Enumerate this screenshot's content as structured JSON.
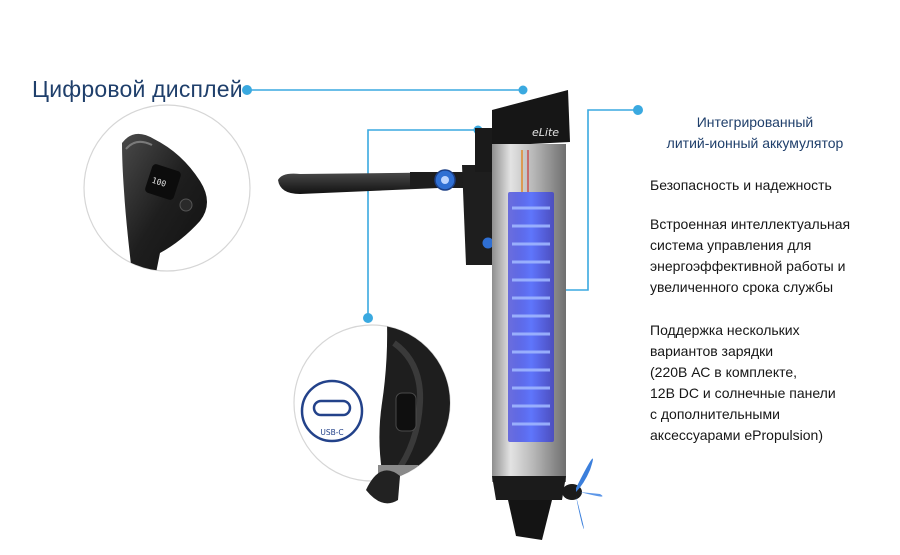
{
  "labels": {
    "digital_display": "Цифровой дисплей",
    "battery_title_line1": "Интегрированный",
    "battery_title_line2": "литий-ионный аккумулятор"
  },
  "features": [
    {
      "lines": [
        "Безопасность и надежность"
      ]
    },
    {
      "lines": [
        "Встроенная интеллектуальная",
        "система управления для",
        "энергоэффективной работы и",
        "увеличенного срока службы"
      ]
    },
    {
      "lines": [
        "Поддержка нескольких",
        "вариантов зарядки",
        "(220В АС в комплекте,",
        "12В DC и солнечные панели",
        "с дополнительными",
        "аксессуарами ePropulsion)"
      ]
    }
  ],
  "product": {
    "brand_mark": "eLite",
    "display_reading": "100",
    "usb_port_label": "USB-C"
  },
  "icons": [
    "usb-c-port-icon",
    "digital-display-closeup",
    "propeller"
  ],
  "colors": {
    "accent_blue": "#3aa9e0",
    "title_navy": "#1f3f6b",
    "battery_glow": "#3b4cff",
    "motor_black": "#1a1a1a"
  }
}
